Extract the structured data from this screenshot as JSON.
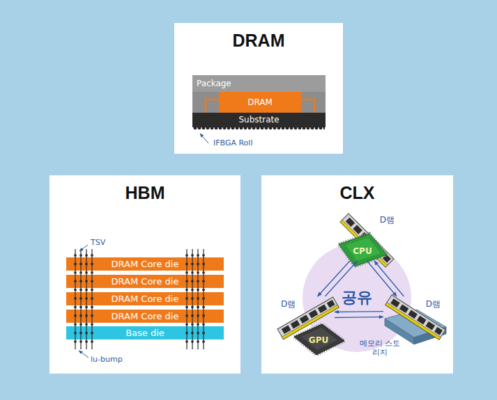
{
  "diagram": {
    "nodes": [
      {
        "text": [
          "DRAM"
        ]
      },
      {
        "text": [
          "Package"
        ],
        "in": 0
      },
      {
        "text": [
          "DRAM"
        ],
        "in": 1
      },
      {
        "text": [
          "Substrate"
        ],
        "in": 1
      },
      {
        "text": [
          "HBM"
        ]
      },
      {
        "text": [
          "DRAM Core die"
        ],
        "in": 4
      },
      {
        "text": [
          "DRAM Core die"
        ],
        "in": 4
      },
      {
        "text": [
          "DRAM Core die"
        ],
        "in": 4
      },
      {
        "text": [
          "DRAM Core die"
        ],
        "in": 4
      },
      {
        "text": [
          "Base die"
        ],
        "in": 4
      },
      {
        "text": [
          "CLX"
        ]
      },
      {
        "text": [
          "공유"
        ],
        "in": 10
      },
      {
        "text": [
          "D램"
        ],
        "in": 10
      },
      {
        "text": [
          "CPU"
        ],
        "in": 10
      },
      {
        "text": [
          "D램"
        ],
        "in": 10
      },
      {
        "text": [
          "GPU"
        ],
        "in": 10
      },
      {
        "text": [
          "D램"
        ],
        "in": 10
      },
      {
        "text": [
          "메모리 스토리지"
        ],
        "in": 10
      }
    ],
    "edges": [
      {
        "from": 13,
        "to": 14,
        "arrow": "to"
      },
      {
        "from": 14,
        "to": 13,
        "arrow": "to"
      },
      {
        "from": 13,
        "to": 16,
        "arrow": "to"
      },
      {
        "from": 16,
        "to": 13,
        "arrow": "to"
      },
      {
        "from": 14,
        "to": 16,
        "arrow": "to"
      },
      {
        "from": 16,
        "to": 14,
        "arrow": "to"
      }
    ],
    "labels": [
      "IFBGA Roll",
      "TSV",
      "lu-bump"
    ]
  }
}
